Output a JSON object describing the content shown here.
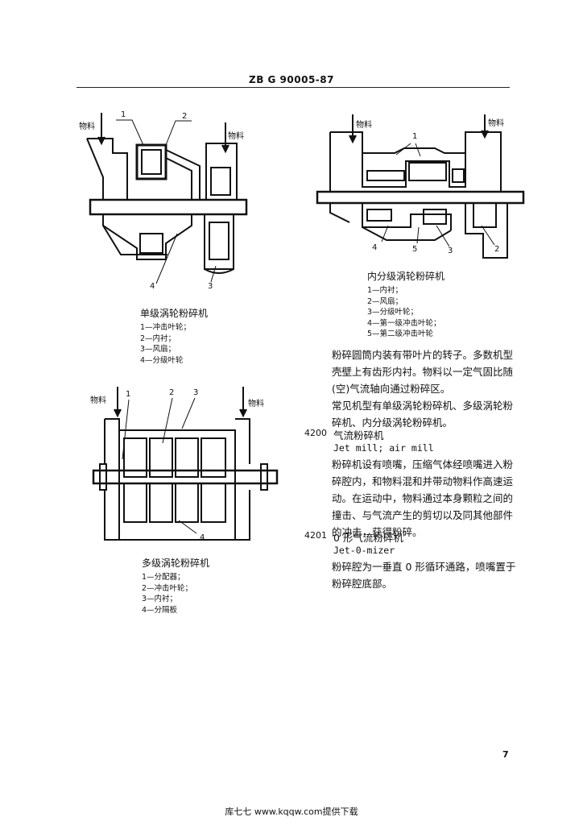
{
  "header": "ZB   G 90005-87",
  "figures": {
    "single": {
      "material_labels": [
        "物料",
        "物料"
      ],
      "callouts": [
        "1",
        "2",
        "3",
        "4"
      ],
      "title": "单级涡轮粉碎机",
      "legend": [
        "1—冲击叶轮；",
        "2—内衬；",
        "3—风扇；",
        "4—分级叶轮"
      ]
    },
    "inner": {
      "material_labels": [
        "物料",
        "物料"
      ],
      "callouts": [
        "1",
        "2",
        "3",
        "4",
        "5"
      ],
      "title": "内分级涡轮粉碎机",
      "legend": [
        "1—内衬；",
        "2—风扇；",
        "3—分级叶轮；",
        "4—第一级冲击叶轮；",
        "5—第二级冲击叶轮"
      ]
    },
    "multi": {
      "material_labels": [
        "物料",
        "物料"
      ],
      "callouts": [
        "1",
        "2",
        "3",
        "4"
      ],
      "title": "多级涡轮粉碎机",
      "legend": [
        "1—分配器；",
        "2—冲击叶轮；",
        "3—内衬；",
        "4—分隔板"
      ]
    }
  },
  "text": {
    "para1": "粉碎圆筒内装有带叶片的转子。多数机型壳壁上有齿形内衬。物料以一定气固比随(空)气流轴向通过粉碎区。",
    "para2": "常见机型有单级涡轮粉碎机、多级涡轮粉碎机、内分级涡轮粉碎机。",
    "entry4200": {
      "number": "4200",
      "title": "气流粉碎机",
      "english": "Jet mill; air mill",
      "body": "粉碎机设有喷嘴，压缩气体经喷嘴进入粉碎腔内，和物料混和并带动物料作高速运动。在运动中，物料通过本身颗粒之间的撞击、与气流产生的剪切以及同其他部件的冲击，获得粉碎。"
    },
    "entry4201": {
      "number": "4201",
      "title": "0 形气流粉碎机",
      "english": "Jet-0-mizer",
      "body": "粉碎腔为一垂直 0 形循环通路，喷嘴置于粉碎腔底部。"
    }
  },
  "page_number": "7",
  "footer": "库七七 www.kqqw.com提供下载"
}
